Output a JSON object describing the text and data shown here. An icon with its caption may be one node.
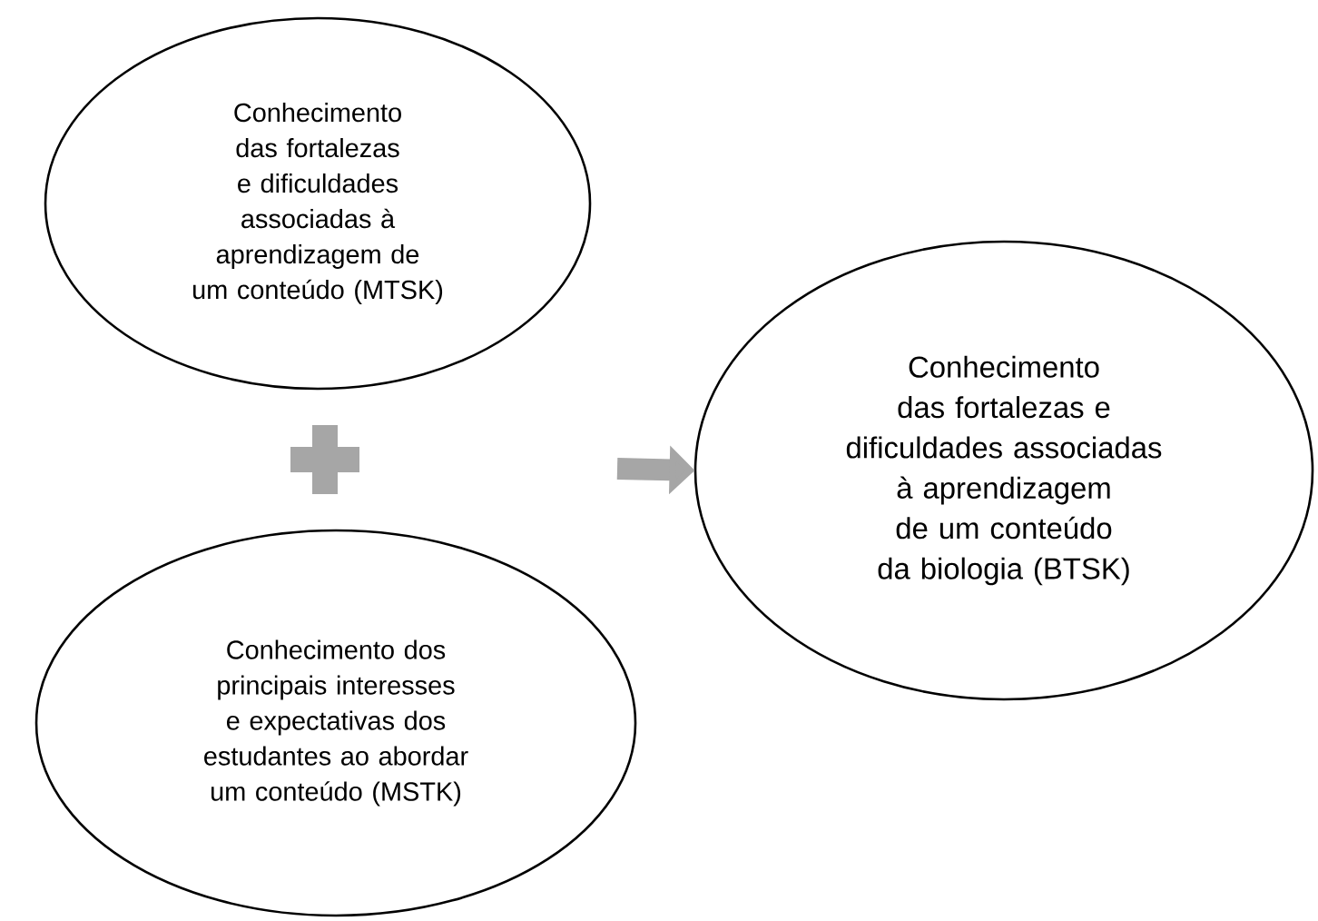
{
  "diagram": {
    "nodes": [
      {
        "text": [
          "Conhecimento das fortalezas e dificuldades associadas à aprendizagem de um conteúdo (MTSK)"
        ]
      },
      {
        "text": [
          "Conhecimento dos principais interesses e expectativas dos estudantes ao abordar um conteúdo (MSTK)"
        ]
      },
      {
        "text": [
          "Conhecimento das fortalezas e dificuldades associadas à aprendizagem de um conteúdo da biologia (BTSK)"
        ]
      }
    ],
    "edges": [
      {
        "from": null,
        "to": 2,
        "arrow": "to"
      }
    ]
  }
}
